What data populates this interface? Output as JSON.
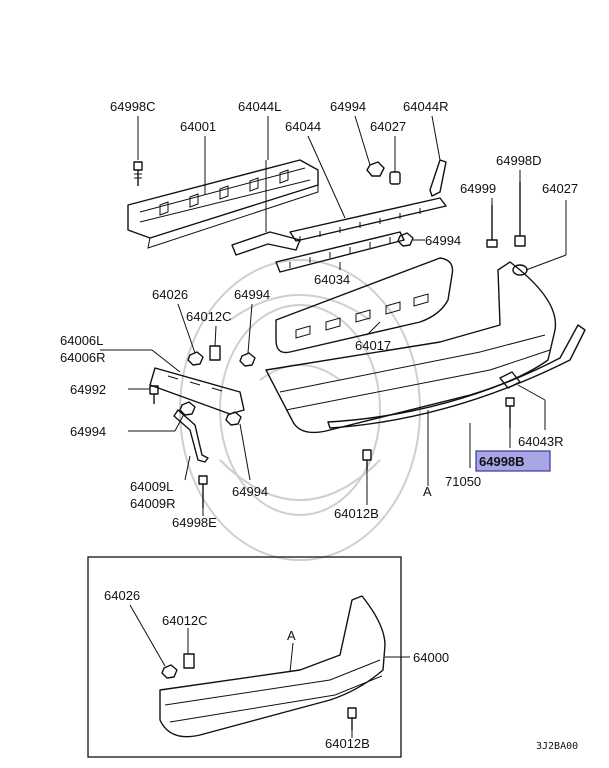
{
  "labels": {
    "p64998C": "64998C",
    "p64001": "64001",
    "p64044L": "64044L",
    "p64044": "64044",
    "p64994_top": "64994",
    "p64027_top": "64027",
    "p64044R": "64044R",
    "p64998D": "64998D",
    "p64999": "64999",
    "p64027_right": "64027",
    "p64994_mid": "64994",
    "p64034": "64034",
    "p64026_upper": "64026",
    "p64994_upper": "64994",
    "p64012C_upper": "64012C",
    "p64017": "64017",
    "p64006L": "64006L",
    "p64006R": "64006R",
    "p64992": "64992",
    "p64994_left": "64994",
    "p64043R": "64043R",
    "p64998B": "64998B",
    "p64009L": "64009L",
    "p64009R": "64009R",
    "p64994_bottom": "64994",
    "pA_upper": "A",
    "p71050": "71050",
    "p64998E": "64998E",
    "p64012B_upper": "64012B",
    "p64026_inset": "64026",
    "p64012C_inset": "64012C",
    "pA_inset": "A",
    "p64000": "64000",
    "p64012B_inset": "64012B",
    "diagram_code": "3J2BA00"
  },
  "highlight": {
    "part": "64998B",
    "color": "#a9a6e6"
  }
}
